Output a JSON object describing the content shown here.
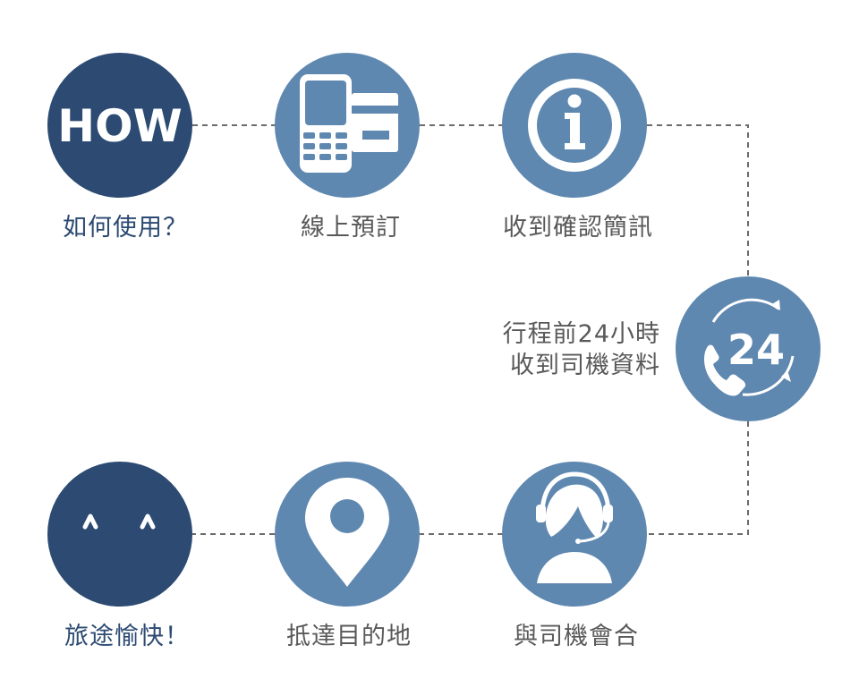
{
  "colors": {
    "dark_circle": "#2c4a72",
    "light_circle": "#5f88b0",
    "connector": "#6b6b6b",
    "label_dark": "#2c4a72",
    "label_gray": "#595959"
  },
  "steps": [
    {
      "id": "how",
      "label": "如何使用？",
      "badge": "HOW",
      "icon": "how-text-badge"
    },
    {
      "id": "book",
      "label": "線上預訂",
      "icon": "phone-and-card-icon"
    },
    {
      "id": "confirm",
      "label": "收到確認簡訊",
      "icon": "info-icon"
    },
    {
      "id": "driver-info",
      "label_lines": [
        "行程前24小時",
        "收到司機資料"
      ],
      "badge": "24",
      "icon": "phone-24-hour-icon"
    },
    {
      "id": "meet",
      "label": "與司機會合",
      "icon": "customer-service-agent-icon"
    },
    {
      "id": "arrive",
      "label": "抵達目的地",
      "icon": "location-pin-icon"
    },
    {
      "id": "enjoy",
      "label": "旅途愉快！",
      "icon": "happy-face-icon"
    }
  ]
}
